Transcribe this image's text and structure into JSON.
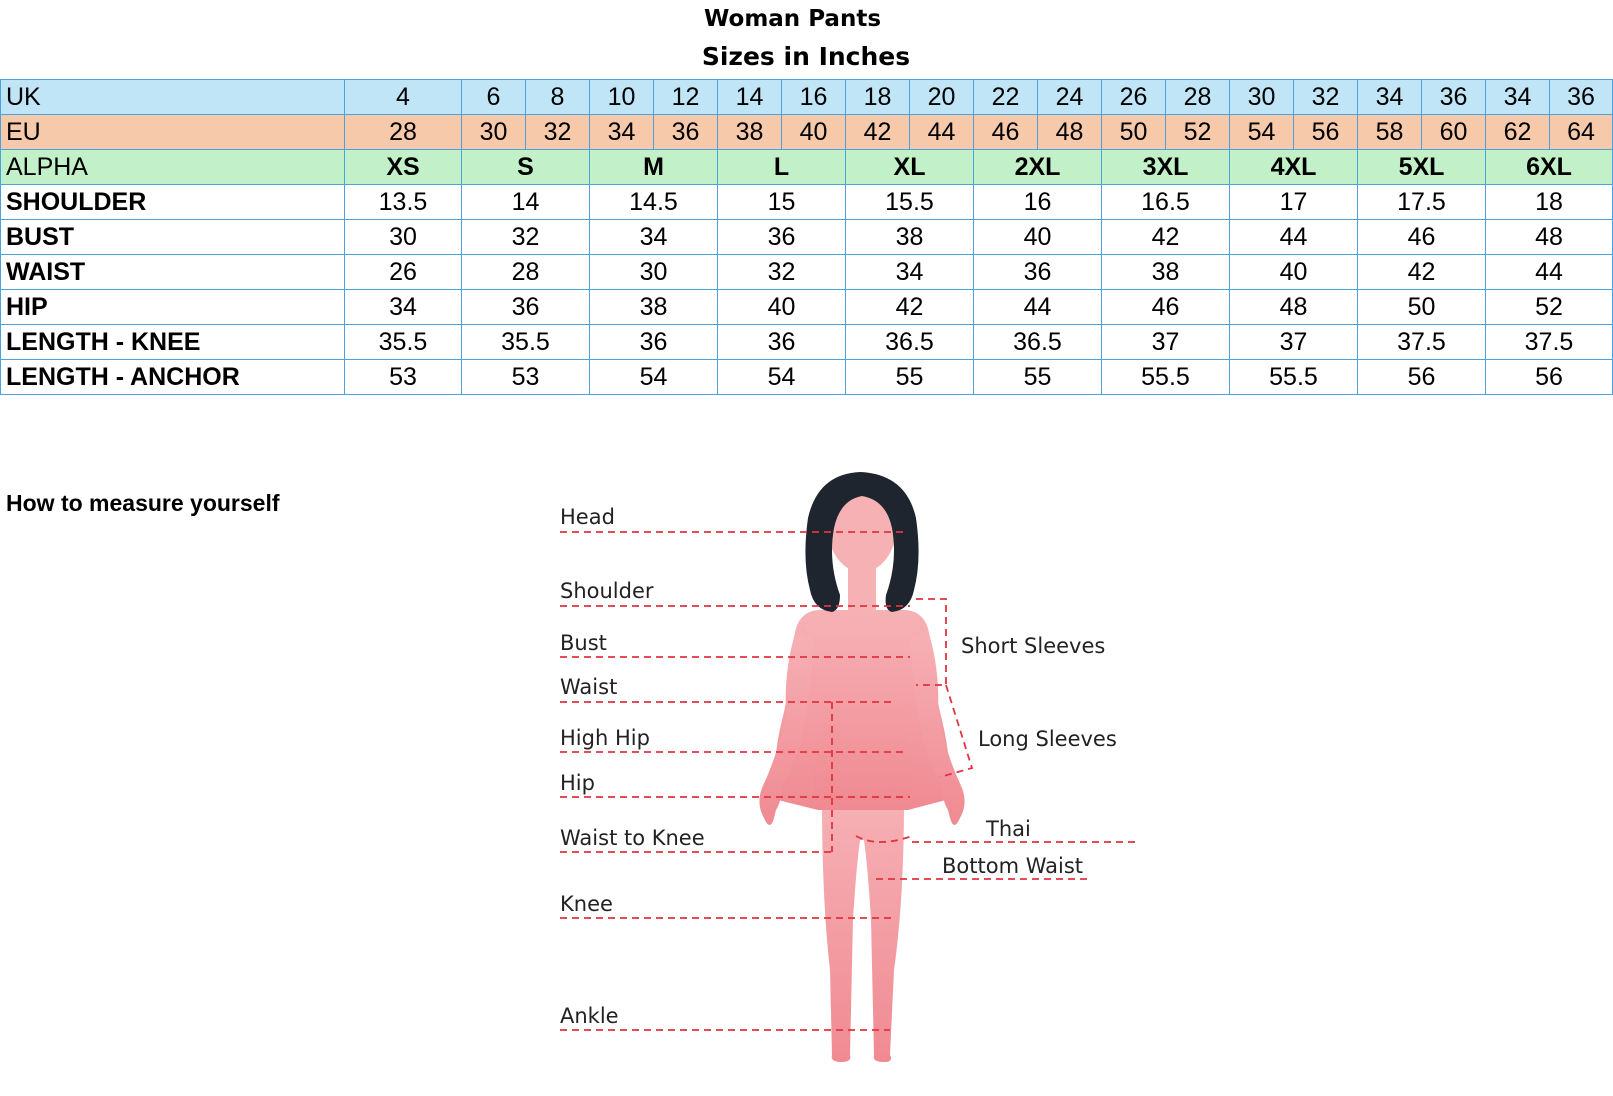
{
  "title": "Woman Pants",
  "subtitle": "Sizes in Inches",
  "table": {
    "uk": {
      "label": "UK",
      "values": [
        "4",
        "6",
        "8",
        "10",
        "12",
        "14",
        "16",
        "18",
        "20",
        "22",
        "24",
        "26",
        "28",
        "30",
        "32",
        "34",
        "36",
        "34",
        "36"
      ]
    },
    "eu": {
      "label": "EU",
      "values": [
        "28",
        "30",
        "32",
        "34",
        "36",
        "38",
        "40",
        "42",
        "44",
        "46",
        "48",
        "50",
        "52",
        "54",
        "56",
        "58",
        "60",
        "62",
        "64"
      ]
    },
    "alpha": {
      "label": "ALPHA",
      "values": [
        "XS",
        "S",
        "M",
        "L",
        "XL",
        "2XL",
        "3XL",
        "4XL",
        "5XL",
        "6XL"
      ]
    },
    "measurements": [
      {
        "label": "SHOULDER",
        "values": [
          "13.5",
          "14",
          "14.5",
          "15",
          "15.5",
          "16",
          "16.5",
          "17",
          "17.5",
          "18"
        ]
      },
      {
        "label": "BUST",
        "values": [
          "30",
          "32",
          "34",
          "36",
          "38",
          "40",
          "42",
          "44",
          "46",
          "48"
        ]
      },
      {
        "label": "WAIST",
        "values": [
          "26",
          "28",
          "30",
          "32",
          "34",
          "36",
          "38",
          "40",
          "42",
          "44"
        ]
      },
      {
        "label": "HIP",
        "values": [
          "34",
          "36",
          "38",
          "40",
          "42",
          "44",
          "46",
          "48",
          "50",
          "52"
        ]
      },
      {
        "label": "LENGTH - KNEE",
        "values": [
          "35.5",
          "35.5",
          "36",
          "36",
          "36.5",
          "36.5",
          "37",
          "37",
          "37.5",
          "37.5"
        ]
      },
      {
        "label": "LENGTH - ANCHOR",
        "values": [
          "53",
          "53",
          "54",
          "54",
          "55",
          "55",
          "55.5",
          "55.5",
          "56",
          "56"
        ]
      }
    ]
  },
  "howto": "How to measure yourself",
  "figure_labels": {
    "head": "Head",
    "shoulder": "Shoulder",
    "bust": "Bust",
    "waist": "Waist",
    "high_hip": "High Hip",
    "hip": "Hip",
    "waist_to_knee": "Waist to Knee",
    "knee": "Knee",
    "ankle": "Ankle",
    "short_sleeves": "Short Sleeves",
    "long_sleeves": "Long Sleeves",
    "thai": "Thai",
    "bottom_waist": "Bottom Waist"
  },
  "colors": {
    "uk_row": "#bfe5f7",
    "eu_row": "#f7c9ab",
    "alpha_row": "#c2f0c8",
    "grid": "#4aa3df",
    "body_fill": "#f4a0a6",
    "hair": "#1e252e",
    "measure_line": "#e0343f"
  }
}
